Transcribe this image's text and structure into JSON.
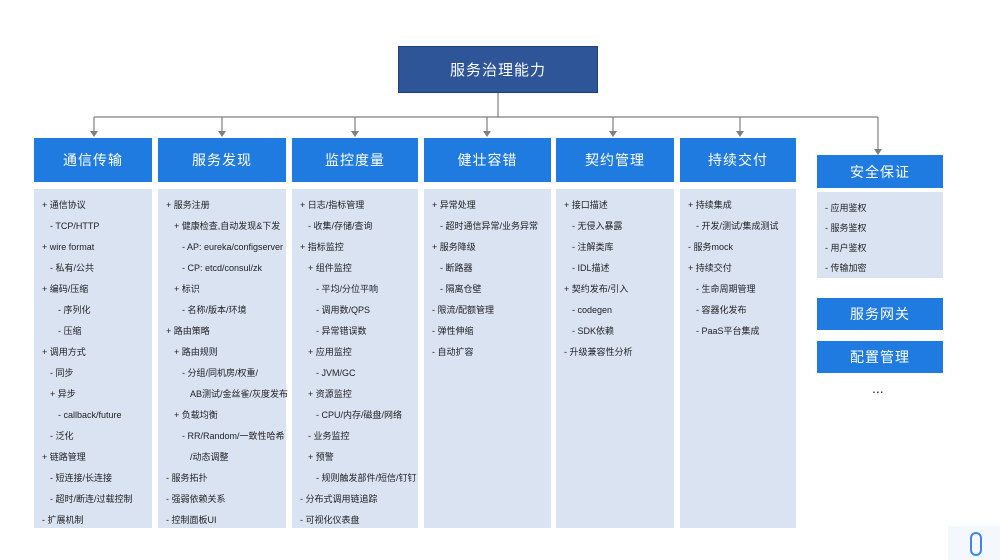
{
  "root": {
    "title": "服务治理能力"
  },
  "columns": [
    {
      "id": "comm",
      "title": "通信传输",
      "items": [
        "+ 通信协议",
        "- TCP/HTTP",
        "+ wire format",
        "- 私有/公共",
        "+ 编码/压缩",
        "- 序列化",
        "- 压缩",
        "+ 调用方式",
        "- 同步",
        "+ 异步",
        "- callback/future",
        "- 泛化",
        "+ 链路管理",
        "- 短连接/长连接",
        "- 超时/断连/过载控制",
        "- 扩展机制"
      ],
      "indents": [
        0,
        1,
        0,
        1,
        0,
        2,
        2,
        0,
        1,
        1,
        2,
        1,
        0,
        1,
        1,
        0
      ]
    },
    {
      "id": "discovery",
      "title": "服务发现",
      "items": [
        "+ 服务注册",
        "+ 健康检查,自动发现&下发",
        "- AP: eureka/configserver",
        "- CP: etcd/consul/zk",
        "+ 标识",
        "- 名称/版本/环境",
        "+ 路由策略",
        "+ 路由规则",
        "- 分组/同机房/权重/",
        "AB测试/金丝雀/灰度发布",
        "+ 负载均衡",
        "- RR/Random/一致性哈希",
        "/动态调整",
        "- 服务拓扑",
        "- 强弱依赖关系",
        "- 控制面板UI"
      ],
      "indents": [
        0,
        1,
        2,
        2,
        1,
        2,
        0,
        1,
        2,
        3,
        1,
        2,
        3,
        0,
        0,
        0
      ]
    },
    {
      "id": "monitor",
      "title": "监控度量",
      "items": [
        "+ 日志/指标管理",
        "- 收集/存储/查询",
        "+ 指标监控",
        "+ 组件监控",
        "- 平均/分位平响",
        "- 调用数/QPS",
        "- 异常错误数",
        "+ 应用监控",
        "- JVM/GC",
        "+ 资源监控",
        "- CPU/内存/磁盘/网络",
        "- 业务监控",
        "+ 预警",
        "- 规则触发部件/短信/钉钉",
        "- 分布式调用链追踪",
        "- 可视化仪表盘"
      ],
      "indents": [
        0,
        1,
        0,
        1,
        2,
        2,
        2,
        1,
        2,
        1,
        2,
        1,
        1,
        2,
        0,
        0
      ]
    },
    {
      "id": "robust",
      "title": "健壮容错",
      "items": [
        "+ 异常处理",
        "- 超时通信异常/业务异常",
        "+ 服务降级",
        "- 断路器",
        "- 隔离仓壁",
        "- 限流/配额管理",
        "- 弹性伸缩",
        "- 自动扩容"
      ],
      "indents": [
        0,
        1,
        0,
        1,
        1,
        0,
        0,
        0
      ]
    },
    {
      "id": "contract",
      "title": "契约管理",
      "items": [
        "+ 接口描述",
        "- 无侵入暴露",
        "- 注解类库",
        "- IDL描述",
        "+ 契约发布/引入",
        "- codegen",
        "- SDK依赖",
        "- 升级兼容性分析"
      ],
      "indents": [
        0,
        1,
        1,
        1,
        0,
        1,
        1,
        0
      ]
    },
    {
      "id": "delivery",
      "title": "持续交付",
      "items": [
        "+ 持续集成",
        "- 开发/测试/集成测试",
        "- 服务mock",
        "+ 持续交付",
        "- 生命周期管理",
        "- 容器化发布",
        "- PaaS平台集成"
      ],
      "indents": [
        0,
        1,
        0,
        0,
        1,
        1,
        1
      ]
    }
  ],
  "side": {
    "security": {
      "title": "安全保证",
      "items": [
        "- 应用鉴权",
        "- 服务鉴权",
        "- 用户鉴权",
        "- 传输加密"
      ]
    },
    "gateway": {
      "title": "服务网关"
    },
    "config": {
      "title": "配置管理"
    },
    "ellipsis": "..."
  },
  "colors": {
    "root": "#2e5597",
    "header": "#1f7be0",
    "body": "#d9e3f2",
    "connector": "#7f7f7f"
  }
}
